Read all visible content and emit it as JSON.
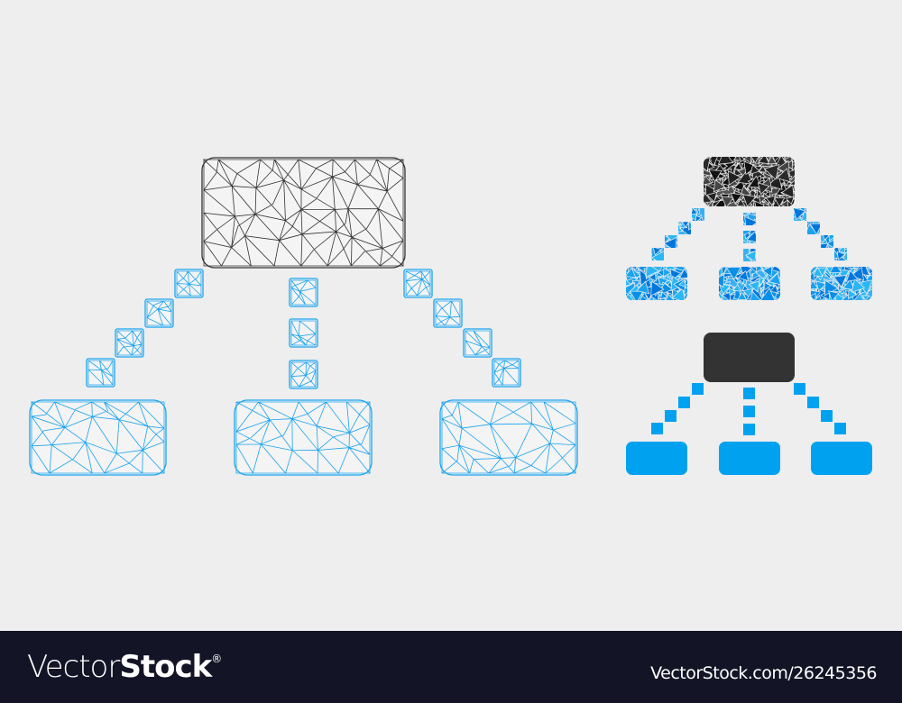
{
  "colors": {
    "background": "#eeeeee",
    "mesh_dark": "#333333",
    "mesh_blue": "#1aa3ee",
    "fill_dark": "#333333",
    "fill_blue": "#00a2f0",
    "footer": "#131526"
  },
  "icons": [
    "hierarchy-mesh-icon",
    "hierarchy-mosaic-icon",
    "hierarchy-flat-icon"
  ],
  "footer": {
    "logo_light": "Vector",
    "logo_bold": "Stock",
    "logo_mark": "®",
    "url": "VectorStock.com/26245356"
  }
}
